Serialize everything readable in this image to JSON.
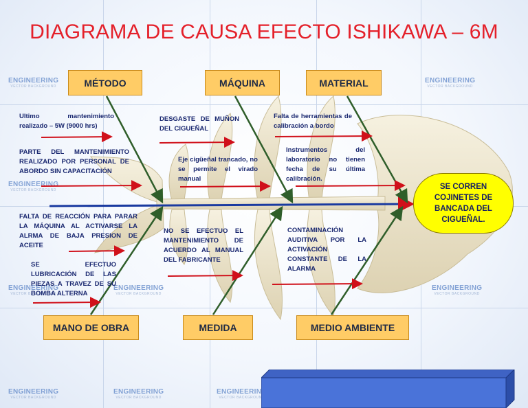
{
  "title": "DIAGRAMA DE CAUSA EFECTO ISHIKAWA – 6M",
  "watermark": {
    "brand": "ENGINEERING",
    "sub": "VECTOR BACKGROUND"
  },
  "categories": {
    "metodo": "MÉTODO",
    "maquina": "MÁQUINA",
    "material": "MATERIAL",
    "mano_de_obra": "MANO DE OBRA",
    "medida": "MEDIDA",
    "medio_ambiente": "MEDIO AMBIENTE"
  },
  "causes": {
    "metodo_1": "Ultimo mantenimiento realizado – 5W (9000 hrs)",
    "metodo_2": "PARTE DEL MANTENIMIENTO REALIZADO POR PERSONAL DE ABORDO SIN CAPACITACIÓN",
    "maquina_1": "DESGASTE DE MUÑON DEL CIGUEÑAL",
    "maquina_2": "Eje cigüeñal trancado, no se permite el virado manual",
    "material_1": "Falta de herramientas de calibración a bordo",
    "material_2": "Instrumentos del laboratorio no tienen fecha de su última calibración.",
    "mano_1": "FALTA DE REACCIÓN PARA PARAR LA MÁQUINA AL ACTIVARSE LA ALRMA DE BAJA PRESION DE ACEITE",
    "mano_2": "SE EFECTUO LUBRICACIÓN DE LAS PIEZAS A TRAVEZ DE SU BOMBA ALTERNA",
    "medida_1": "NO SE EFECTUO EL MANTENIMIENTO DE ACUERDO AL MANUAL DEL FABRICANTE",
    "ambiente_1": "CONTAMINACIÓN AUDITIVA POR LA ACTIVACIÓN CONSTANTE DE LA ALARMA"
  },
  "effect": "SE CORREN COJINETES DE BANCADA DEL CIGUEÑAL.",
  "colors": {
    "title": "#e4202a",
    "category_fill": "#ffcc66",
    "effect_fill": "#ffff00",
    "cause_text": "#1a2870",
    "arrow": "#d0101a",
    "bone": "#2f5e2a",
    "spine": "#1a3aa0"
  }
}
